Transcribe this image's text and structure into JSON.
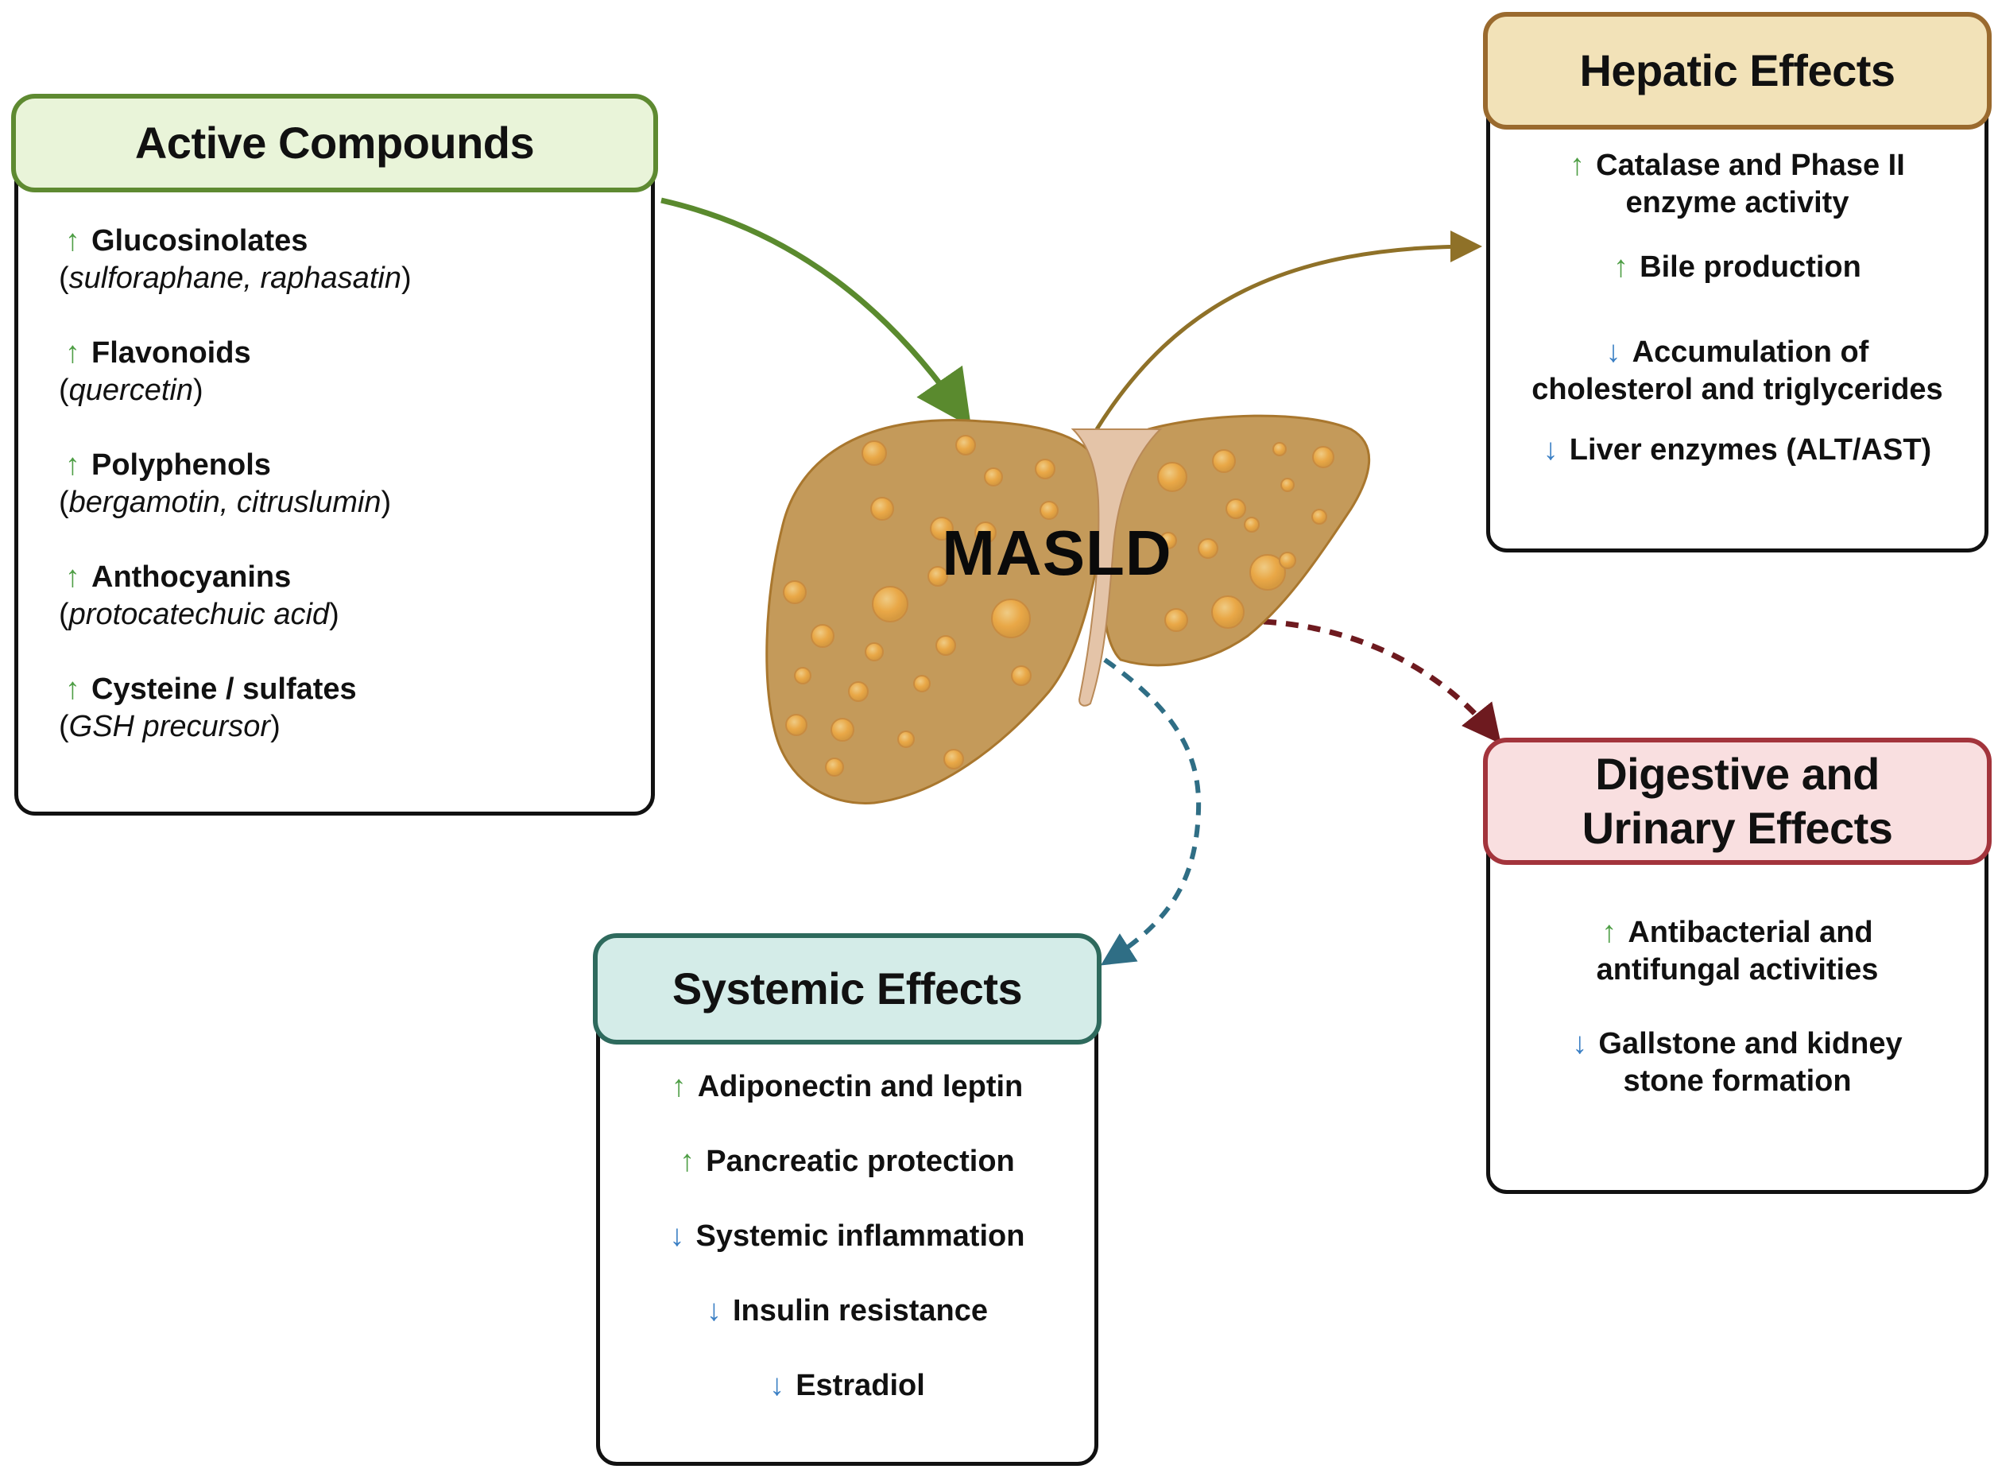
{
  "center_label": "MASLD",
  "colors": {
    "up_arrow": "#4e9e45",
    "down_arrow": "#3a7fc4",
    "active_header_fill": "#e9f4d9",
    "active_header_border": "#5e8a31",
    "hepatic_header_fill": "#f2e2b8",
    "hepatic_header_border": "#9a6a2e",
    "digestive_header_fill": "#f9dfe0",
    "digestive_header_border": "#a3343c",
    "systemic_header_fill": "#d4ece8",
    "systemic_header_border": "#2e6a5d",
    "arrow_to_liver": "#5a8a2e",
    "arrow_to_hepatic": "#8f7128",
    "arrow_to_digestive": "#6e1a1f",
    "arrow_to_systemic": "#2f6e85",
    "liver_fill": "#c49a5a",
    "onion_bulb": "#333333"
  },
  "active_compounds": {
    "title": "Active Compounds",
    "items": [
      {
        "direction": "up",
        "arrow": "↑",
        "name": "Glucosinolates",
        "examples": "sulforaphane, raphasatin"
      },
      {
        "direction": "up",
        "arrow": "↑",
        "name": "Flavonoids",
        "examples": "quercetin"
      },
      {
        "direction": "up",
        "arrow": "↑",
        "name": "Polyphenols",
        "examples": "bergamotin, citruslumin"
      },
      {
        "direction": "up",
        "arrow": "↑",
        "name": "Anthocyanins",
        "examples": "protocatechuic acid"
      },
      {
        "direction": "up",
        "arrow": "↑",
        "name": "Cysteine / sulfates",
        "examples": "GSH precursor"
      }
    ]
  },
  "hepatic_effects": {
    "title": "Hepatic Effects",
    "items": [
      {
        "direction": "up",
        "arrow": "↑",
        "line1": "Catalase and Phase II",
        "line2": "enzyme activity"
      },
      {
        "direction": "up",
        "arrow": "↑",
        "line1": "Bile production",
        "line2": ""
      },
      {
        "direction": "down",
        "arrow": "↓",
        "line1": "Accumulation of",
        "line2": "cholesterol and triglycerides"
      },
      {
        "direction": "down",
        "arrow": "↓",
        "line1": "Liver enzymes (ALT/AST)",
        "line2": ""
      }
    ]
  },
  "digestive_effects": {
    "title_line1": "Digestive and",
    "title_line2": "Urinary Effects",
    "items": [
      {
        "direction": "up",
        "arrow": "↑",
        "line1": "Antibacterial and",
        "line2": "antifungal activities"
      },
      {
        "direction": "down",
        "arrow": "↓",
        "line1": "Gallstone and kidney",
        "line2": "stone formation"
      }
    ]
  },
  "systemic_effects": {
    "title": "Systemic Effects",
    "items": [
      {
        "direction": "up",
        "arrow": "↑",
        "text": "Adiponectin and leptin"
      },
      {
        "direction": "up",
        "arrow": "↑",
        "text": "Pancreatic protection"
      },
      {
        "direction": "down",
        "arrow": "↓",
        "text": "Systemic inflammation"
      },
      {
        "direction": "down",
        "arrow": "↓",
        "text": "Insulin resistance"
      },
      {
        "direction": "down",
        "arrow": "↓",
        "text": "Estradiol"
      }
    ]
  }
}
